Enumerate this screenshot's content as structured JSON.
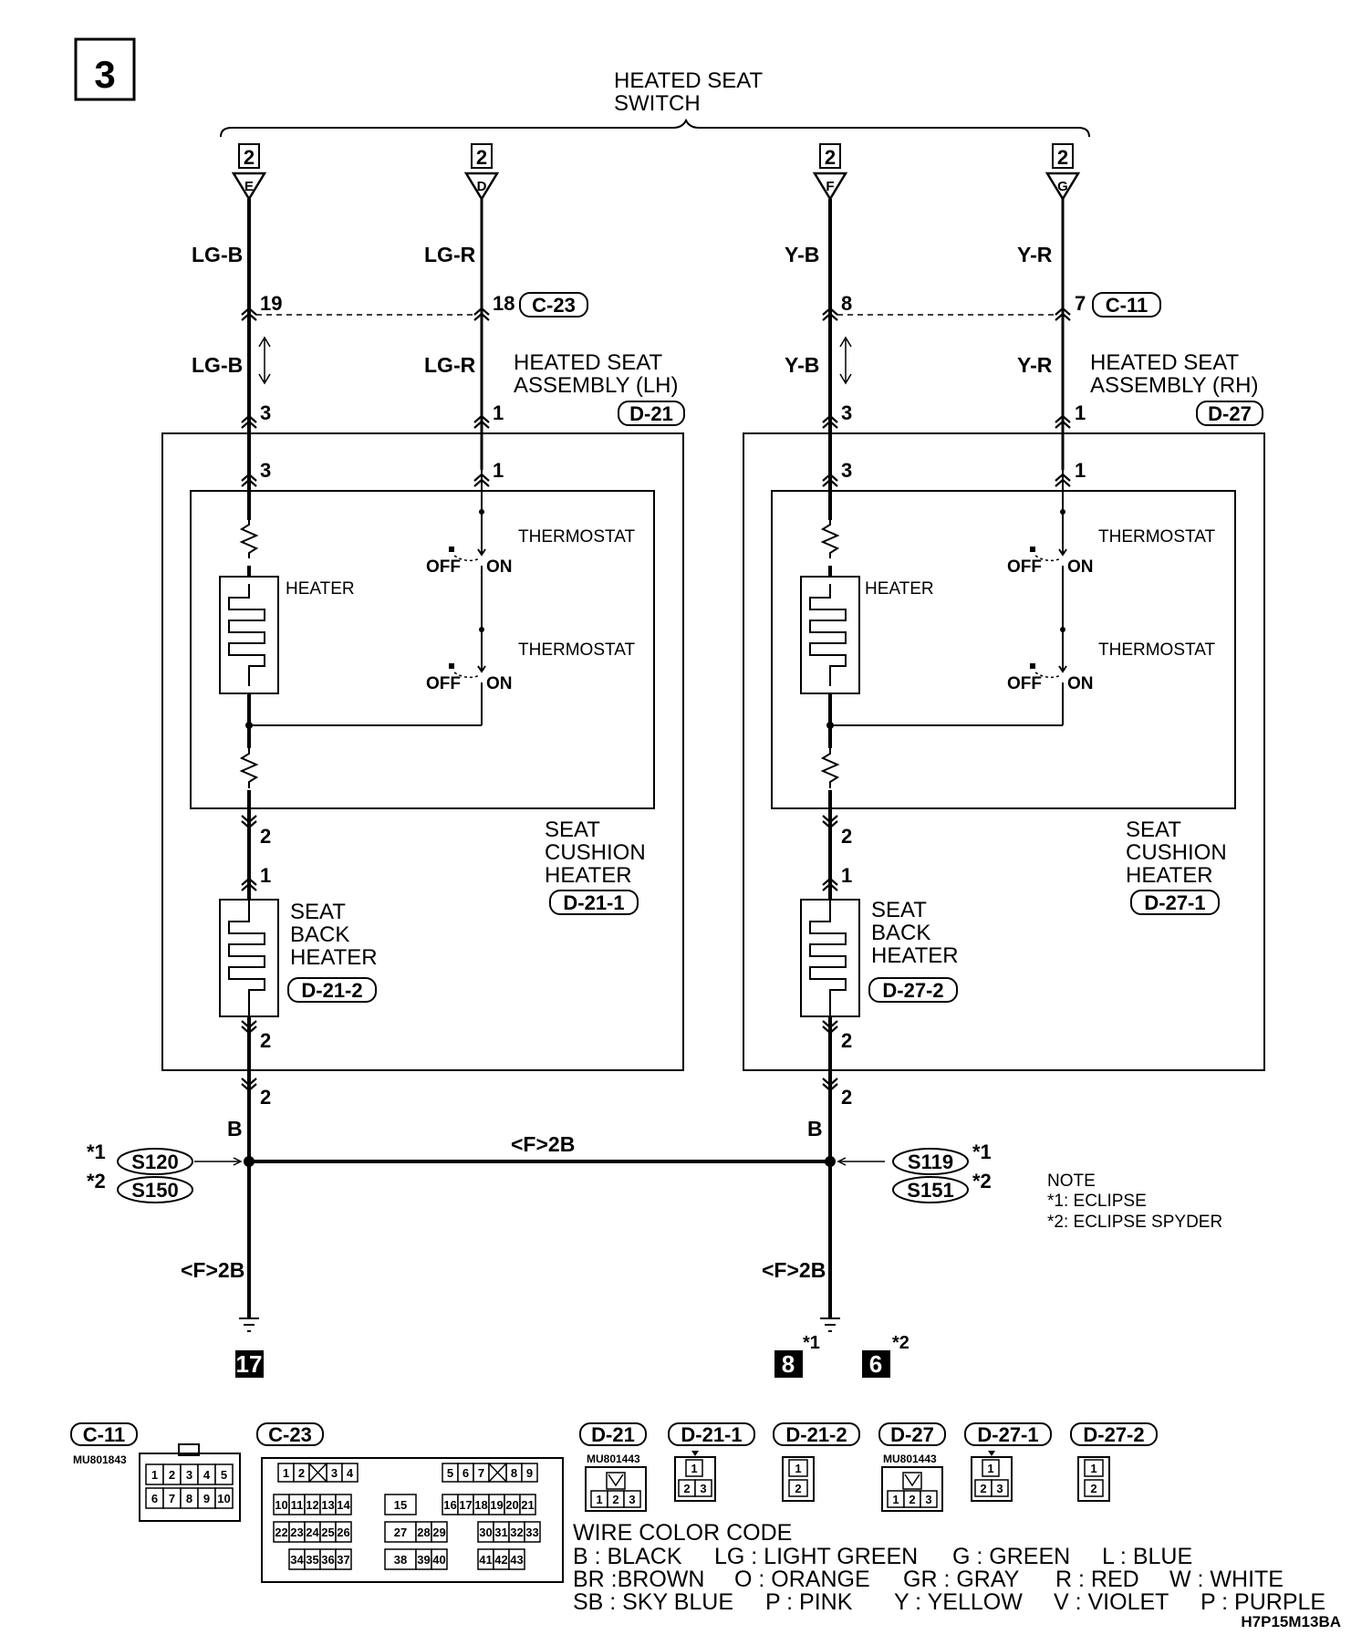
{
  "page_number": "3",
  "switch_label": [
    "HEATED SEAT",
    "SWITCH"
  ],
  "ref_box": "2",
  "left": {
    "switch_terminals": [
      "E",
      "D"
    ],
    "wire_colors_top": [
      "LG-B",
      "LG-R"
    ],
    "wire_colors_mid": [
      "LG-B",
      "LG-R"
    ],
    "inline_pins": [
      "19",
      "18"
    ],
    "inline_connector": "C-23",
    "assembly_label": [
      "HEATED SEAT",
      "ASSEMBLY (LH)"
    ],
    "assembly_connector": "D-21",
    "assembly_pins": [
      "3",
      "1"
    ],
    "cushion_pins": [
      "3",
      "1"
    ],
    "cushion_out_pin": "2",
    "back_in_pin": "1",
    "back_out_pin": "2",
    "ground_side_pin": "2",
    "cushion_label": [
      "SEAT",
      "CUSHION",
      "HEATER"
    ],
    "cushion_connector": "D-21-1",
    "back_label": [
      "SEAT",
      "BACK",
      "HEATER"
    ],
    "back_connector": "D-21-2",
    "heater_label": "HEATER",
    "thermostat_label": "THERMOSTAT",
    "off_label": "OFF",
    "on_label": "ON",
    "ground_wire": "B",
    "splice_labels": [
      "S120",
      "S150"
    ],
    "splice_marks": [
      "*1",
      "*2"
    ],
    "lower_wire": "<F>2B",
    "ground_ref": "17"
  },
  "right": {
    "switch_terminals": [
      "F",
      "G"
    ],
    "wire_colors_top": [
      "Y-B",
      "Y-R"
    ],
    "wire_colors_mid": [
      "Y-B",
      "Y-R"
    ],
    "inline_pins": [
      "8",
      "7"
    ],
    "inline_connector": "C-11",
    "assembly_label": [
      "HEATED SEAT",
      "ASSEMBLY (RH)"
    ],
    "assembly_connector": "D-27",
    "assembly_pins": [
      "3",
      "1"
    ],
    "cushion_pins": [
      "3",
      "1"
    ],
    "cushion_out_pin": "2",
    "back_in_pin": "1",
    "back_out_pin": "2",
    "ground_side_pin": "2",
    "cushion_label": [
      "SEAT",
      "CUSHION",
      "HEATER"
    ],
    "cushion_connector": "D-27-1",
    "back_label": [
      "SEAT",
      "BACK",
      "HEATER"
    ],
    "back_connector": "D-27-2",
    "heater_label": "HEATER",
    "thermostat_label": "THERMOSTAT",
    "off_label": "OFF",
    "on_label": "ON",
    "ground_wire": "B",
    "splice_labels": [
      "S119",
      "S151"
    ],
    "splice_marks": [
      "*1",
      "*2"
    ],
    "lower_wire": "<F>2B",
    "ground_refs": [
      "8",
      "6"
    ],
    "ground_ref_marks": [
      "*1",
      "*2"
    ]
  },
  "bridge_wire": "<F>2B",
  "note": {
    "title": "NOTE",
    "items": [
      "*1: ECLIPSE",
      "*2: ECLIPSE SPYDER"
    ]
  },
  "connectors_bottom": {
    "c11": {
      "name": "C-11",
      "part": "MU801843",
      "row1": [
        "1",
        "2",
        "3",
        "4",
        "5"
      ],
      "row2": [
        "6",
        "7",
        "8",
        "9",
        "10"
      ]
    },
    "c23": {
      "name": "C-23",
      "row1": [
        "1",
        "2",
        "3",
        "4",
        "5",
        "6",
        "7",
        "8",
        "9"
      ],
      "row2": [
        "10",
        "11",
        "12",
        "13",
        "14",
        "15",
        "16",
        "17",
        "18",
        "19",
        "20",
        "21"
      ],
      "row3": [
        "22",
        "23",
        "24",
        "25",
        "26",
        "27",
        "28",
        "29",
        "30",
        "31",
        "32",
        "33"
      ],
      "row4": [
        "34",
        "35",
        "36",
        "37",
        "38",
        "39",
        "40",
        "41",
        "42",
        "43"
      ]
    },
    "d21": {
      "name": "D-21",
      "part": "MU801443",
      "pins": [
        "1",
        "2",
        "3"
      ]
    },
    "d21_1": {
      "name": "D-21-1",
      "pins": [
        "1",
        "2",
        "3"
      ]
    },
    "d21_2": {
      "name": "D-21-2",
      "pins": [
        "1",
        "2"
      ]
    },
    "d27": {
      "name": "D-27",
      "part": "MU801443",
      "pins": [
        "1",
        "2",
        "3"
      ]
    },
    "d27_1": {
      "name": "D-27-1",
      "pins": [
        "1",
        "2",
        "3"
      ]
    },
    "d27_2": {
      "name": "D-27-2",
      "pins": [
        "1",
        "2"
      ]
    }
  },
  "wire_color_code": {
    "title": "WIRE COLOR CODE",
    "rows": [
      [
        "B : BLACK",
        "LG : LIGHT GREEN",
        "G : GREEN",
        "L : BLUE"
      ],
      [
        "BR :BROWN",
        "O : ORANGE",
        "GR : GRAY",
        "R : RED",
        "W : WHITE"
      ],
      [
        "SB : SKY BLUE",
        "P : PINK",
        "Y : YELLOW",
        "V : VIOLET",
        "P : PURPLE"
      ]
    ]
  },
  "figure_code": "H7P15M13BA"
}
